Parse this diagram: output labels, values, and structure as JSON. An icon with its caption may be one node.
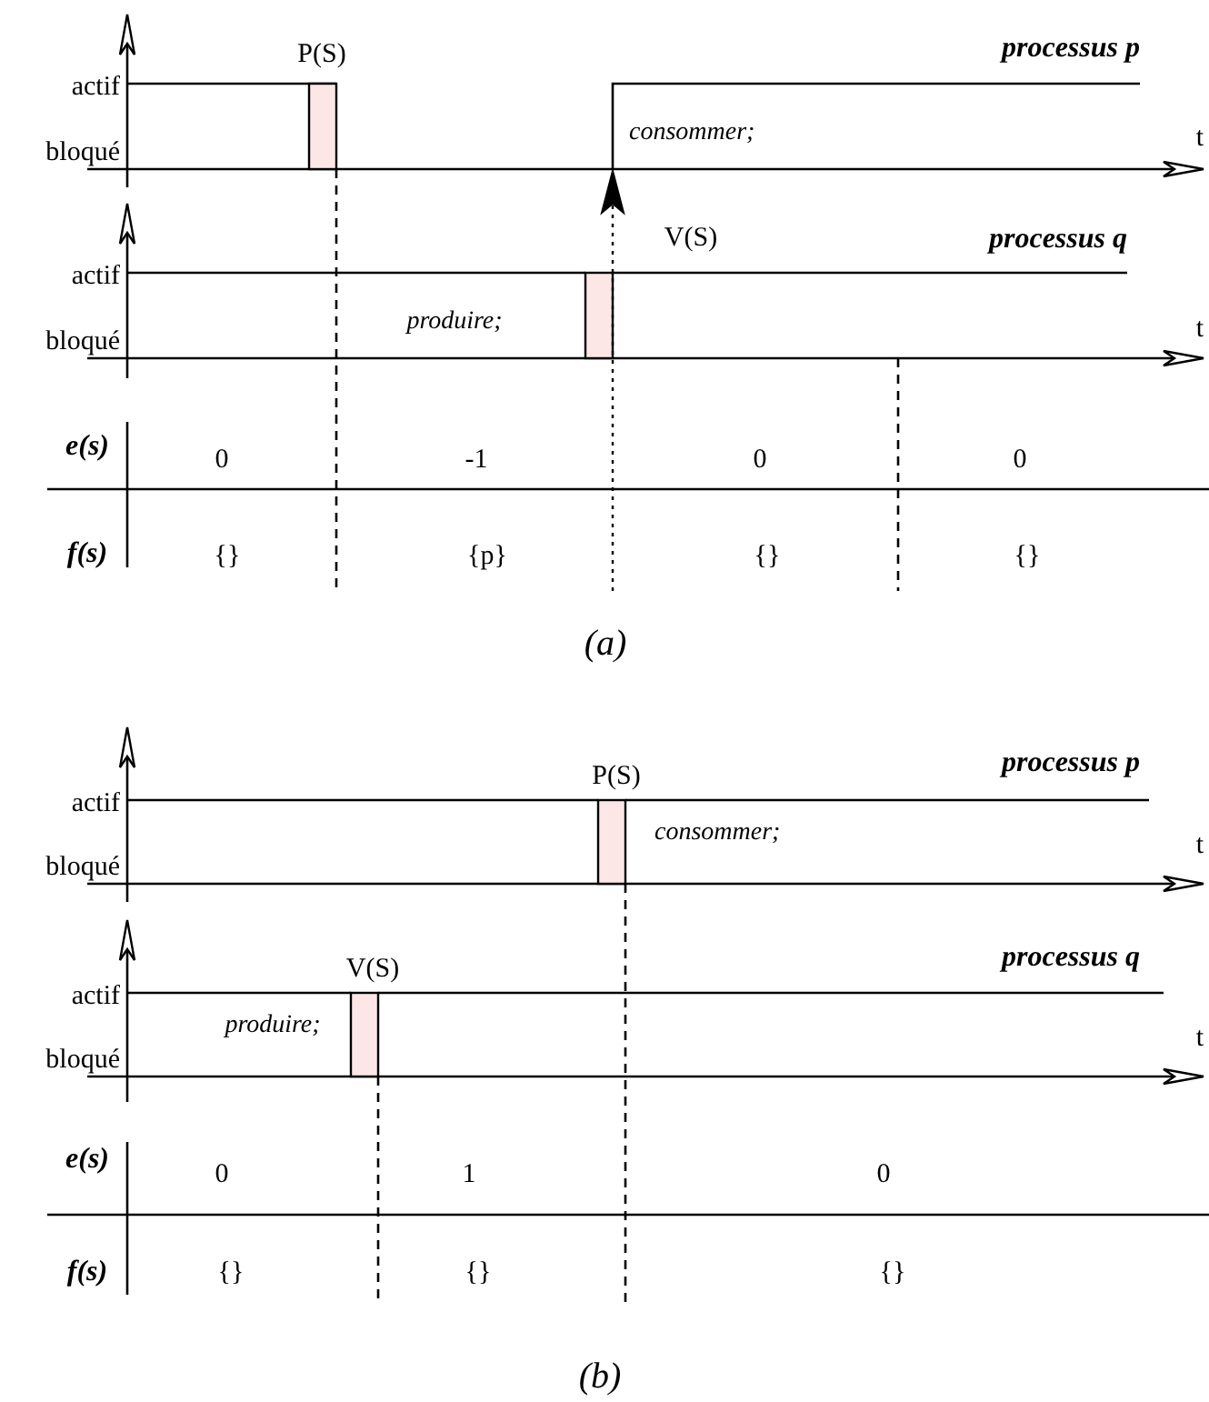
{
  "diagram": {
    "labels": [
      "P(S)",
      "processus p",
      "actif",
      "consommer;",
      "bloqué",
      "t",
      "V(S)",
      "processus q",
      "actif",
      "produire;",
      "bloqué",
      "t",
      "e(s)",
      "0",
      "-1",
      "0",
      "0",
      "f(s)",
      "{}",
      "{p}",
      "{}",
      "{}",
      "(a)",
      "P(S)",
      "processus p",
      "actif",
      "consommer;",
      "bloqué",
      "t",
      "V(S)",
      "processus q",
      "actif",
      "produire;",
      "bloqué",
      "t",
      "e(s)",
      "0",
      "1",
      "0",
      "f(s)",
      "{}",
      "{}",
      "{}",
      "(b)"
    ]
  }
}
